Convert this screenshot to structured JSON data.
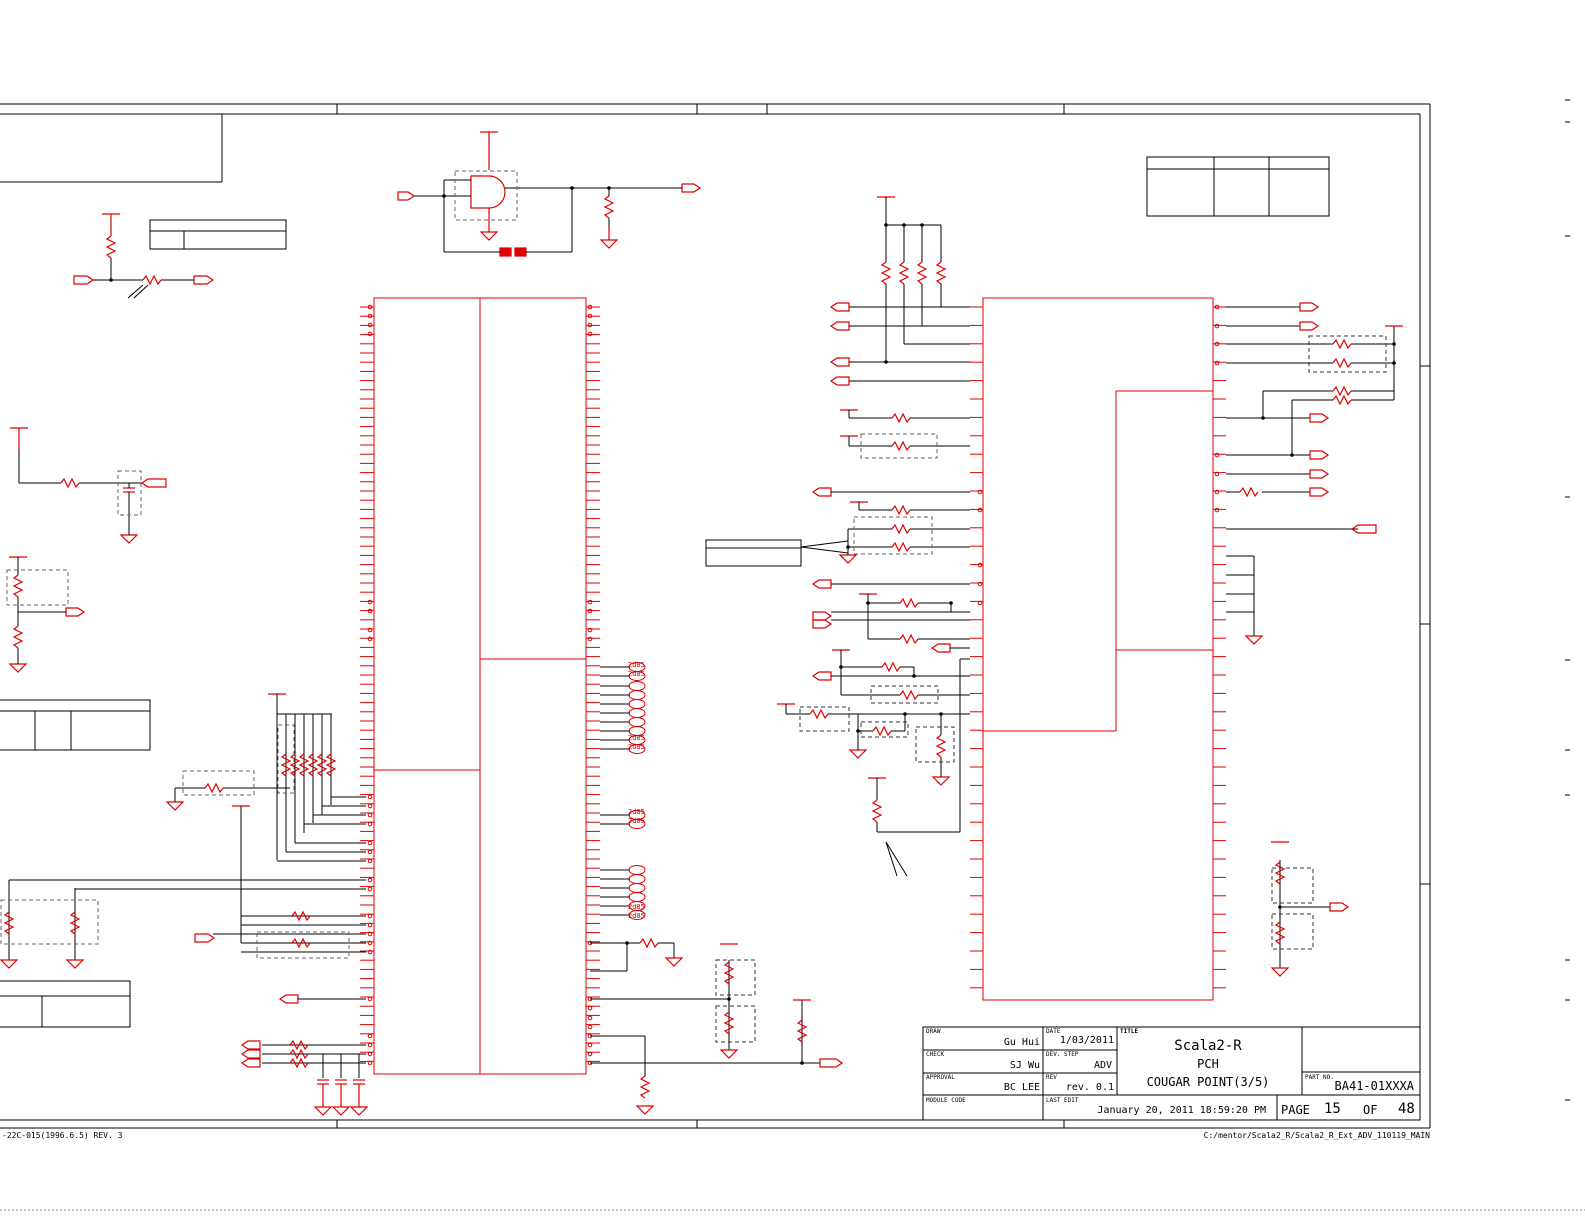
{
  "title_block": {
    "draw_label": "DRAW",
    "draw_value": "Gu Hui",
    "date_label": "DATE",
    "date_value": "1/03/2011",
    "title_label": "TITLE",
    "title_line1": "Scala2-R",
    "title_line2": "PCH",
    "title_line3": "COUGAR POINT(3/5)",
    "check_label": "CHECK",
    "check_value": "SJ Wu",
    "dev_step_label": "DEV. STEP",
    "dev_step_value": "ADV",
    "approval_label": "APPROVAL",
    "approval_value": "BC LEE",
    "rev_label": "REV",
    "rev_value": "rev. 0.1",
    "part_no_label": "PART NO.",
    "part_no_value": "BA41-01XXXA",
    "module_code_label": "MODULE CODE",
    "last_edit_label": "LAST EDIT",
    "last_edit_value": "January 20, 2011 18:59:20 PM",
    "page_label": "PAGE",
    "page_value": "15",
    "of_label": "OF",
    "of_value": "48"
  },
  "footer": {
    "left_text": "-22C-015(1996.6.5) REV. 3",
    "right_text": "C:/mentor/Scala2_R/Scala2_R_Ext_ADV_110119_MAIN"
  },
  "net_labels": {
    "d85_a": "2d85",
    "d85_b": "2d85",
    "d85_c": "2d85",
    "d85_d": "2d85",
    "d85_e": "2d85",
    "d85_f": "2d85",
    "d85_g": "2d85",
    "d85_h": "2d85"
  },
  "colors": {
    "component": "#e00000",
    "wire": "#000000",
    "dashed_box": "#555555"
  }
}
